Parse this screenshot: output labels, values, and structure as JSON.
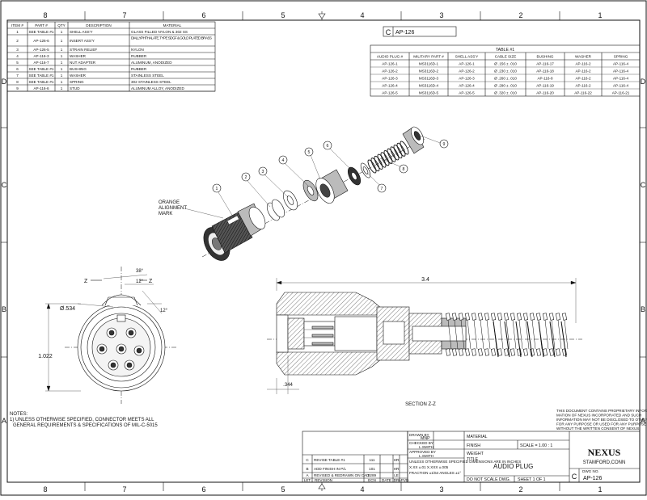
{
  "zones": {
    "top": [
      "8",
      "7",
      "6",
      "5",
      "4",
      "3",
      "2",
      "1"
    ],
    "bottom": [
      "8",
      "7",
      "6",
      "5",
      "4",
      "3",
      "2",
      "1"
    ],
    "left": [
      "D",
      "C",
      "B",
      "A"
    ],
    "right": [
      "D",
      "C",
      "B",
      "A"
    ]
  },
  "bom": {
    "headers": [
      "ITEM #",
      "PART #",
      "QTY",
      "DESCRIPTION",
      "MATERIAL"
    ],
    "rows": [
      [
        "1",
        "SEE TABLE #1",
        "1",
        "SHELL ASS'Y",
        "GLASS FILLED NYLON & 302 SS"
      ],
      [
        "2",
        "AP-126-6",
        "1",
        "INSERT ASS'Y",
        "DIALLYPHTHALATE, TYPE SDGF & GOLD PLATED BRASS"
      ],
      [
        "3",
        "AP-126-5",
        "1",
        "STRAIN RELIEF",
        "NYLON"
      ],
      [
        "4",
        "AP-116-3",
        "1",
        "WASHER",
        "RUBBER"
      ],
      [
        "5",
        "AP-116-7",
        "1",
        "NUT ADAPTER",
        "ALUMINUM, ANODIZED"
      ],
      [
        "6",
        "SEE TABLE #1",
        "1",
        "BUSHING",
        "RUBBER"
      ],
      [
        "7",
        "SEE TABLE #1",
        "1",
        "WASHER",
        "STAINLESS STEEL"
      ],
      [
        "8",
        "SEE TABLE #1",
        "1",
        "SPRING",
        "302 STAINLESS STEEL"
      ],
      [
        "9",
        "AP-116-6",
        "1",
        "STUD",
        "ALUMINUM ALLOY, ANODIZED"
      ]
    ]
  },
  "title_tag": {
    "letter": "C",
    "code": "AP-126"
  },
  "table1": {
    "title": "TABLE #1",
    "headers": [
      "AUDIO PLUG #",
      "MILITARY PART #",
      "SHELL ASS'Y",
      "CABLE SIZE",
      "BUSHING",
      "WASHER",
      "SPRING"
    ],
    "rows": [
      [
        "AP-126-1",
        "MS3116D-1",
        "AP-126-1",
        "Ø .156 ± .010",
        "AP-116-17",
        "AP-116-2",
        "AP-116-4"
      ],
      [
        "AP-126-2",
        "MS3116D-2",
        "AP-126-2",
        "Ø .230 ± .010",
        "AP-116-18",
        "AP-116-2",
        "AP-116-4"
      ],
      [
        "AP-126-3",
        "MS3116D-3",
        "AP-126-3",
        "Ø .260 ± .010",
        "AP-116-8",
        "AP-116-2",
        "AP-116-4"
      ],
      [
        "AP-126-4",
        "MS3116D-4",
        "AP-126-4",
        "Ø .290 ± .010",
        "AP-116-19",
        "AP-116-2",
        "AP-116-4"
      ],
      [
        "AP-126-5",
        "MS3116D-5",
        "AP-126-5",
        "Ø .320 ± .010",
        "AP-116-20",
        "AP-116-22",
        "AP-116-21"
      ]
    ]
  },
  "callouts": [
    "1",
    "2",
    "3",
    "4",
    "5",
    "6",
    "7",
    "8",
    "9"
  ],
  "labels": {
    "orange_1": "ORANGE",
    "orange_2": "ALIGNMENT",
    "orange_3": "MARK",
    "section": "SECTION  Z-Z",
    "z_left": "Z",
    "z_right": "Z"
  },
  "dims": {
    "angle_38": "38°",
    "angle_12a": "12°",
    "angle_12b": "12°",
    "dia_534": "Ø.534",
    "height_1022": "1.022",
    "len_34": "3.4",
    "len_344": ".344"
  },
  "notes": {
    "heading": "NOTES:",
    "line1": "1) UNLESS OTHERWISE SPECIFIED, CONNECTOR MEETS ALL",
    "line2": "GENERAL REQUIREMENTS & SPECIFICATIONS OF MIL-C-5015"
  },
  "proprietary": {
    "lines": [
      "THIS DOCUMENT CONTAINS PROPRIETARY INFOR-",
      "MATION OF NEXUS INCORPORATED AND SUCH",
      "INFORMATION MAY NOT BE DISCLOSED TO OTHERS",
      "FOR ANY PURPOSE OR USED FOR ANY PURPOSE",
      "WITHOUT THE WRITTEN CONSENT OF NEXUS."
    ]
  },
  "revisions": {
    "rows": [
      [
        "C",
        "REVISE TABLE #1",
        "111",
        "",
        "HR"
      ],
      [
        "B",
        "ADD FINISH IN P/L",
        "101",
        "",
        "HR"
      ],
      [
        "A",
        "REVISED & REDRAWN ON CAD",
        "0289",
        "",
        "LE"
      ]
    ],
    "header": [
      "LET",
      "REVISION",
      "ECN",
      "DATE",
      "DR",
      "APVD"
    ]
  },
  "title_block": {
    "drawn_by": "DRAWN BY",
    "drawn_name": "MNP",
    "checked_by": "CHECKED BY",
    "checked_name": "L.SMITH",
    "approved_by": "APPROVED BY",
    "approved_name": "L.SMITH",
    "material": "MATERIAL",
    "finish": "FINISH",
    "weight": "WEIGHT",
    "scale": "SCALE = 1.00 : 1",
    "title_label": "TITLE",
    "title": "AUDIO PLUG",
    "do_not_scale": "DO NOT SCALE DWG.",
    "sheet": "SHEET 1 OF 1",
    "company": "NEXUS",
    "city": "STAMFORD,CONN",
    "size": "C",
    "dwg_no_label": "DWG NO.",
    "dwg_no": "AP-126",
    "tolerance": "UNLESS OTHERWISE SPECIFIED DIMENSIONS ARE IN INCHES",
    "tol2": "X.XX ±.01   X.XXX ±.005",
    "tol3": "FRACTION ±1/64   ANGLES ±1°"
  }
}
